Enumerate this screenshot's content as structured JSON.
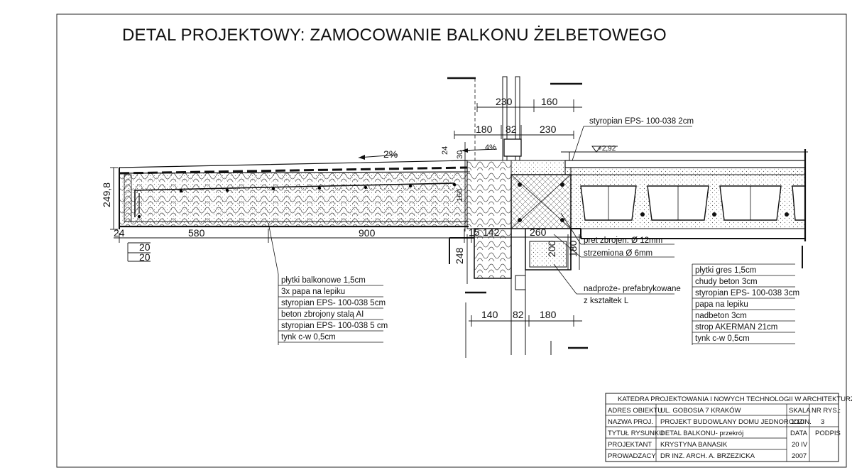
{
  "title": "DETAL PROJEKTOWY: ZAMOCOWANIE BALKONU ŻELBETOWEGO",
  "dimensions": {
    "top_230": "230",
    "top_160": "160",
    "mid_180": "180",
    "mid_82": "82",
    "mid_230": "230",
    "left_height": "249,8",
    "bottom_580": "580",
    "bottom_900": "900",
    "d_24a": "24",
    "d_20a": "20",
    "d_20b": "20",
    "d_24b": "24",
    "d_30": "30",
    "d_160": "160",
    "d_142": "142",
    "d_260": "260",
    "d_248": "248",
    "d_200": "200",
    "d_180v": "180",
    "d_15": "15",
    "low_140": "140",
    "low_82": "82",
    "low_180": "180",
    "slope_2": "2%",
    "slope_4": "4%",
    "level": "+2,92"
  },
  "annotations": {
    "styropian_top": "styropian EPS- 100-038  2cm",
    "pret": "pret zbrojen. Ø 12mm",
    "strzemiona": "strzemiona Ø 6mm",
    "nadproze_1": "nadproże- prefabrykowane",
    "nadproze_2": "z kształtek L"
  },
  "balcony_layers": [
    "płytki balkonowe 1,5cm",
    "3x papa na lepiku",
    "styropian EPS- 100-038 5cm",
    "beton zbrojony stalą AI",
    "styropian EPS- 100-038 5 cm",
    "tynk c-w 0,5cm"
  ],
  "floor_layers": [
    "płytki gres 1,5cm",
    "chudy beton 3cm",
    "styropian EPS- 100-038  3cm",
    "papa na lepiku",
    "nadbeton 3cm",
    "strop AKERMAN 21cm",
    "tynk c-w 0,5cm"
  ],
  "title_block": {
    "header": "KATEDRA PROJEKTOWANIA I NOWYCH TECHNOLOGII W ARCHITEKTURZE",
    "rows": [
      {
        "label": "ADRES OBIEKTU",
        "value": "UL. GOBOSIA 7 KRAKÓW"
      },
      {
        "label": "NAZWA PROJ.",
        "value": "PROJEKT  BUDOWLANY DOMU JEDNORODZIN."
      },
      {
        "label": "TYTUŁ RYSUNKU",
        "value": "DETAL BALKONU- przekrój"
      },
      {
        "label": "PROJEKTANT",
        "value": "KRYSTYNA BANASIK"
      },
      {
        "label": "PROWADZACY",
        "value": "DR INZ. ARCH.  A.  BRZEZICKA"
      }
    ],
    "skala_label": "SKALA",
    "skala_value": "1:10",
    "nr_label": "NR RYS.:",
    "nr_value": "3",
    "data_label": "DATA",
    "data_value_1": "20 IV",
    "data_value_2": "2007",
    "podpis_label": "PODPIS"
  }
}
